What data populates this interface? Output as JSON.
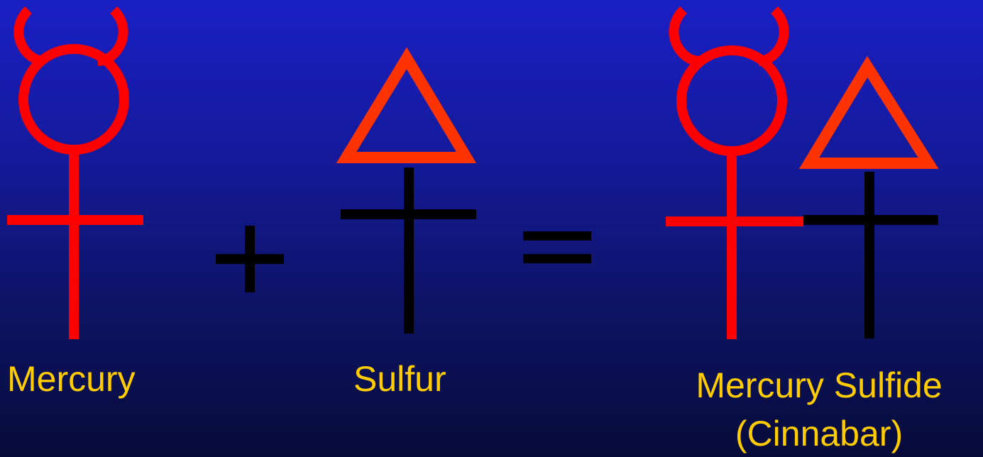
{
  "labels": {
    "mercury": "Mercury",
    "sulfur": "Sulfur",
    "compound_line1": "Mercury Sulfide",
    "compound_line2": "(Cinnabar)"
  },
  "operators": {
    "plus": "plus-sign",
    "equals": "equals-sign"
  },
  "colors": {
    "symbol_red": "#ff0000",
    "triangle_orange": "#ff3300",
    "cross_black": "#000000",
    "text_yellow": "#ffcc00",
    "background_top": "#1a1fc4",
    "background_bottom": "#070b3a"
  },
  "icons": [
    "mercury-symbol-icon",
    "sulfur-symbol-icon",
    "cinnabar-symbol-icon"
  ]
}
